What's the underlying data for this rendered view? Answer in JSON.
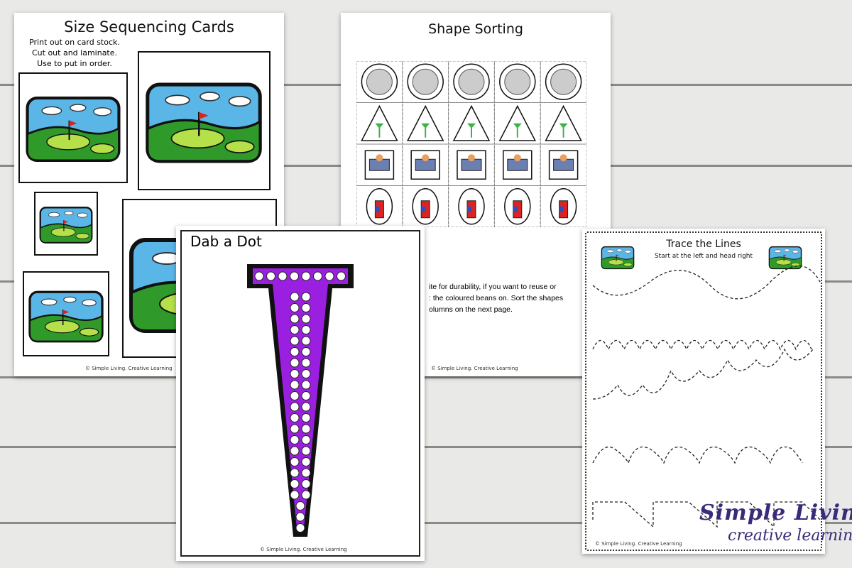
{
  "size_sequencing": {
    "title": "Size Sequencing Cards",
    "instructions": [
      "Print out on card stock.",
      "Cut out and laminate.",
      "Use to put in order."
    ],
    "footer": "© Simple Living. Creative Learning"
  },
  "shape_sorting": {
    "title": "Shape Sorting",
    "rows": [
      "golf-ball-circle",
      "tee-triangle",
      "golf-cart-square",
      "golf-bag-oval"
    ],
    "columns": 5,
    "instructions": [
      "ite for durability, if you want to reuse or",
      ": the coloured beans on. Sort the shapes",
      "olumns on the next page."
    ],
    "footer": "© Simple Living. Creative Learning"
  },
  "dab_a_dot": {
    "title": "Dab a Dot",
    "tee_color": "#9b1fe0",
    "footer": "© Simple Living. Creative Learning"
  },
  "trace_lines": {
    "title": "Trace the Lines",
    "subtitle": "Start at the left and head right",
    "footer": "© Simple Living. Creative Learning"
  },
  "logo": {
    "line1": "Simple Living",
    "line2": "creative learning",
    "color": "#3b2a7a"
  }
}
